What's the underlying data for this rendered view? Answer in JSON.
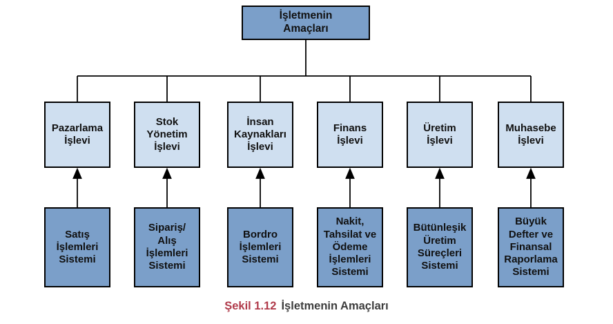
{
  "root": {
    "label": "İşletmenin\nAmaçları"
  },
  "columns": [
    {
      "function": "Pazarlama\nİşlevi",
      "system": "Satış\nİşlemleri\nSistemi"
    },
    {
      "function": "Stok\nYönetim\nİşlevi",
      "system": "Sipariş/\nAlış\nİşlemleri\nSistemi"
    },
    {
      "function": "İnsan\nKaynakları\nİşlevi",
      "system": "Bordro\nİşlemleri\nSistemi"
    },
    {
      "function": "Finans\nİşlevi",
      "system": "Nakit,\nTahsilat ve\nÖdeme\nİşlemleri\nSistemi"
    },
    {
      "function": "Üretim\nİşlevi",
      "system": "Bütünleşik\nÜretim\nSüreçleri\nSistemi"
    },
    {
      "function": "Muhasebe\nİşlevi",
      "system": "Büyük\nDefter ve\nFinansal\nRaporlama\nSistemi"
    }
  ],
  "caption": {
    "figure_label": "Şekil 1.12",
    "figure_title": "İşletmenin Amaçları"
  },
  "colors": {
    "dark_box_fill": "#7b9fc9",
    "light_box_fill": "#cfdff0",
    "border": "#000000",
    "line": "#000000",
    "caption_label": "#b03a4a",
    "caption_text": "#3d3d3d"
  }
}
